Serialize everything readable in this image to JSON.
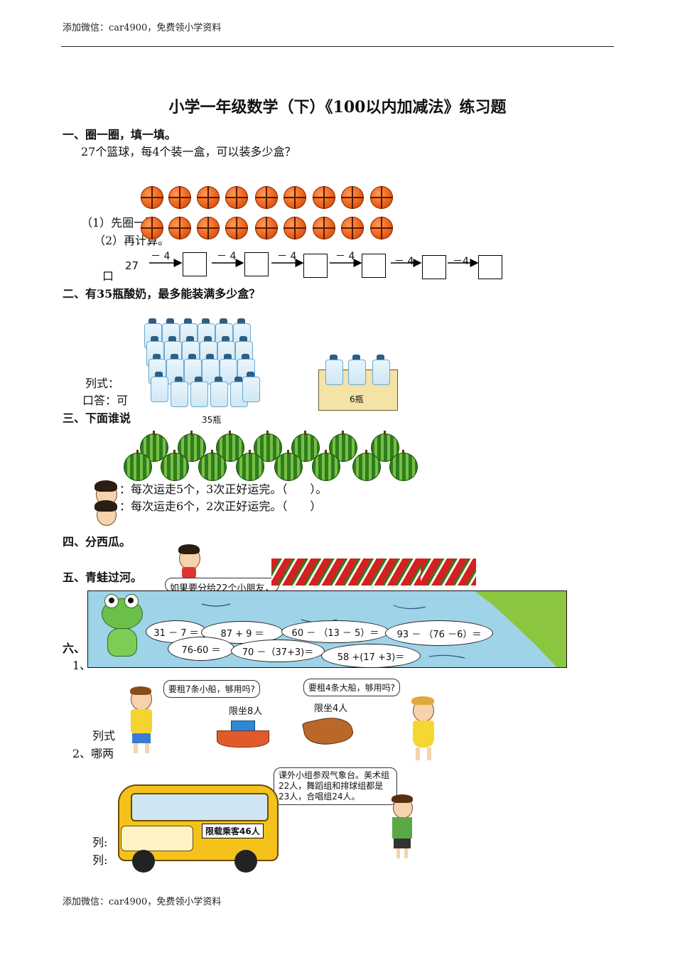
{
  "header": {
    "text": "添加微信：car4900，免费领小学资料"
  },
  "footer": {
    "text": "添加微信：car4900，免费领小学资料"
  },
  "title": "小学一年级数学（下）《100以内加减法》练习题",
  "section1": {
    "heading": "一、圈一圈，填一填。",
    "question": "27个篮球，每4个装一盒，可以装多少盒？",
    "step1": "（1）先圈一圈。",
    "step2": "（2）再计算。",
    "start": "27",
    "ops": [
      "－ 4",
      "－ 4",
      "－ 4",
      "－ 4",
      "－ 4",
      "－4"
    ],
    "answer_prefix": "口"
  },
  "section2": {
    "heading": "二、有35瓶酸奶，最多能装满多少盒？",
    "formula_label": "列式：",
    "answer_label": "口答：可",
    "bottles_label": "35瓶",
    "box_label": "6瓶"
  },
  "section3": {
    "heading": "三、下面谁说",
    "line1": "：每次运走5个，3次正好运完。（　　）。",
    "line2": "：每次运走6个，2次正好运完。（　　）"
  },
  "section4": {
    "heading": "四、分西瓜。",
    "speech": "如果要分给22个小朋友，"
  },
  "section5": {
    "heading": "五、青蛙过河。",
    "bubbles": [
      "31 － 7 ＝",
      "87 + 9 ＝",
      "60 － （13 － 5）＝",
      "93 － （76 －6）＝",
      "76-60 ＝",
      "70 －（37+3)＝",
      "58 +(17 +3)＝"
    ]
  },
  "section6": {
    "heading": "六、",
    "q1_prefix": "1、",
    "boy_speech": "要租7条小船，够用吗?",
    "girl_speech": "要租4条大船，够用吗?",
    "small_boat_label": "限坐8人",
    "big_boat_label": "限坐4人",
    "formula_label": "列式",
    "q2_prefix": "2、哪两",
    "teacher_speech": "课外小组参观气象台。美术组22人，舞蹈组和排球组都是23人，合唱组24人。",
    "bus_sign": "限载乘客46人",
    "formula_a": "列:",
    "formula_b": "列:"
  }
}
